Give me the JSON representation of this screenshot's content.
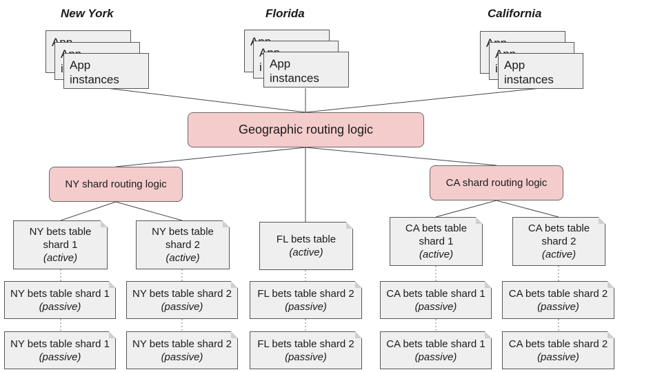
{
  "regions": {
    "ny": "New York",
    "fl": "Florida",
    "ca": "California"
  },
  "app": {
    "line1": "App",
    "line2": "instances",
    "partial_line1": "App",
    "partial_line2": "i"
  },
  "routing": {
    "geo": "Geographic routing logic",
    "ny": "NY shard routing logic",
    "ca": "CA shard routing logic"
  },
  "tables": {
    "ny1_active": {
      "name_line1": "NY bets table",
      "name_line2": "shard 1",
      "status": "(active)"
    },
    "ny2_active": {
      "name_line1": "NY bets table",
      "name_line2": "shard 2",
      "status": "(active)"
    },
    "fl_active": {
      "name_line1": "FL bets table",
      "status": "(active)"
    },
    "ca1_active": {
      "name_line1": "CA bets table",
      "name_line2": "shard 1",
      "status": "(active)"
    },
    "ca2_active": {
      "name_line1": "CA bets table",
      "name_line2": "shard 2",
      "status": "(active)"
    },
    "ny1_passive": {
      "name": "NY bets table shard 1",
      "status": "(passive)"
    },
    "ny2_passive": {
      "name": "NY bets table shard 2",
      "status": "(passive)"
    },
    "fl_passive": {
      "name": "FL bets table shard 2",
      "status": "(passive)"
    },
    "ca1_passive": {
      "name": "CA bets table shard 1",
      "status": "(passive)"
    },
    "ca2_passive": {
      "name": "CA bets table shard 2",
      "status": "(passive)"
    }
  }
}
